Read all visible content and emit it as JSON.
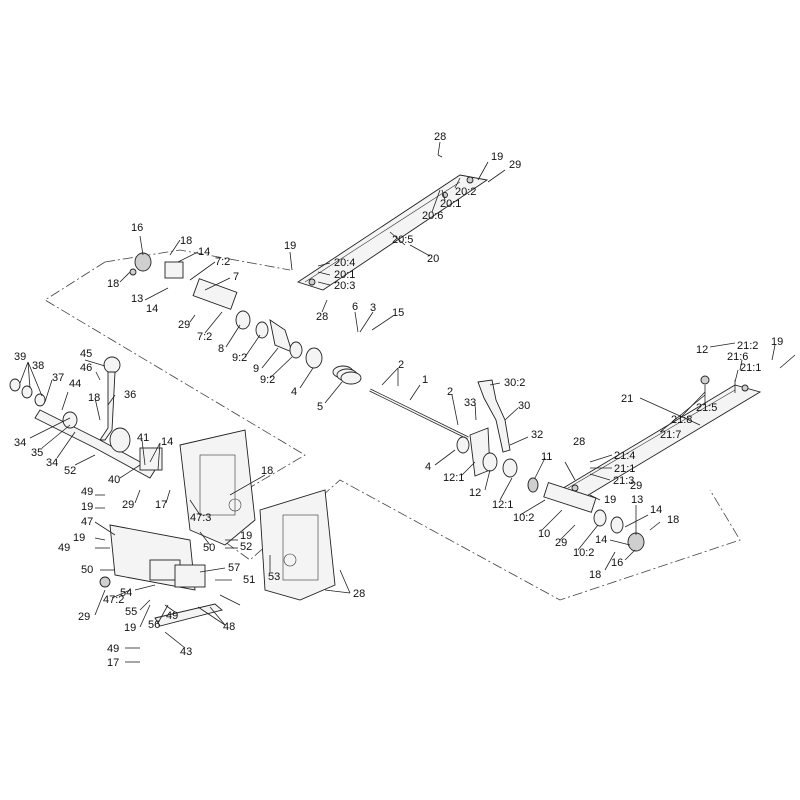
{
  "diagram": {
    "labels": [
      "28",
      "19",
      "29",
      "20:2",
      "20:1",
      "20:6",
      "20:5",
      "20",
      "19",
      "20:4",
      "20:1",
      "20:3",
      "28",
      "16",
      "18",
      "14",
      "7:2",
      "18",
      "13",
      "7",
      "14",
      "29",
      "7:2",
      "8",
      "9:2",
      "9",
      "9:2",
      "6",
      "3",
      "15",
      "4",
      "5",
      "2",
      "1",
      "2",
      "30:2",
      "30",
      "33",
      "32",
      "28",
      "19",
      "29",
      "21:2",
      "21:6",
      "21:1",
      "21:5",
      "21",
      "21:8",
      "21:7",
      "21:4",
      "21:1",
      "21:3",
      "19",
      "11",
      "10:2",
      "10",
      "29",
      "10:2",
      "12:1",
      "12",
      "12:1",
      "4",
      "13",
      "14",
      "18",
      "14",
      "16",
      "18",
      "39",
      "38",
      "37",
      "44",
      "45",
      "46",
      "36",
      "18",
      "41",
      "14",
      "34",
      "35",
      "34",
      "52",
      "40",
      "29",
      "17",
      "18",
      "47:3",
      "49",
      "19",
      "47",
      "50",
      "49",
      "19",
      "19",
      "52",
      "50",
      "53",
      "57",
      "51",
      "29",
      "47:2",
      "54",
      "55",
      "49",
      "19",
      "56",
      "48",
      "43",
      "49",
      "17",
      "28",
      "12"
    ]
  }
}
